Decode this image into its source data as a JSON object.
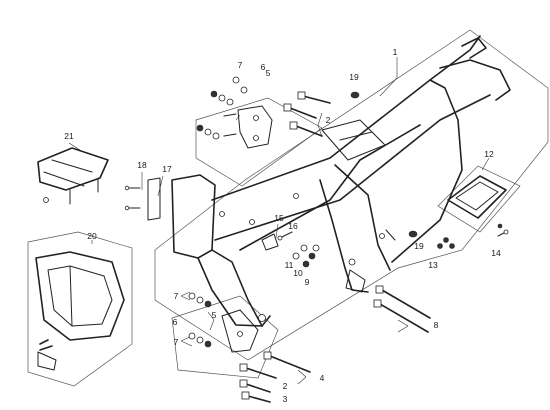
{
  "diagram": {
    "callouts": {
      "c1": "1",
      "c2a": "2",
      "c2b": "2",
      "c3": "3",
      "c4": "4",
      "c5a": "5",
      "c5b": "5",
      "c6a": "6",
      "c6b": "6",
      "c7a": "7",
      "c7b": "7",
      "c7c": "7",
      "c8": "8",
      "c9": "9",
      "c10": "10",
      "c11": "11",
      "c12": "12",
      "c13": "13",
      "c14": "14",
      "c15": "15",
      "c16": "16",
      "c17": "17",
      "c18": "18",
      "c19a": "19",
      "c19b": "19",
      "c20": "20",
      "c21": "21"
    }
  }
}
